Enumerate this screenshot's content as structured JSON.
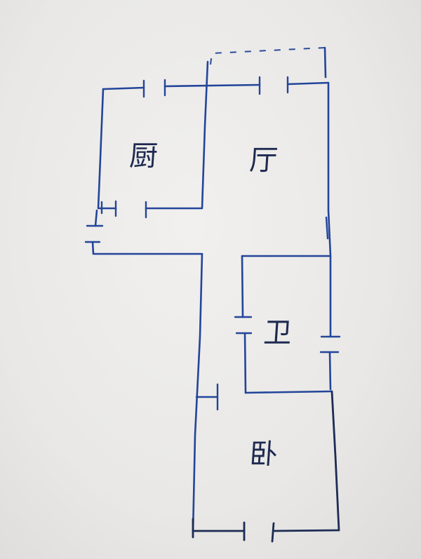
{
  "rooms": {
    "kitchen": "厨",
    "living": "厅",
    "bathroom": "卫",
    "bedroom": "卧"
  },
  "colors": {
    "ink": "#23459a",
    "dark_ink": "#1d2c55",
    "paper": "#eceae8"
  }
}
